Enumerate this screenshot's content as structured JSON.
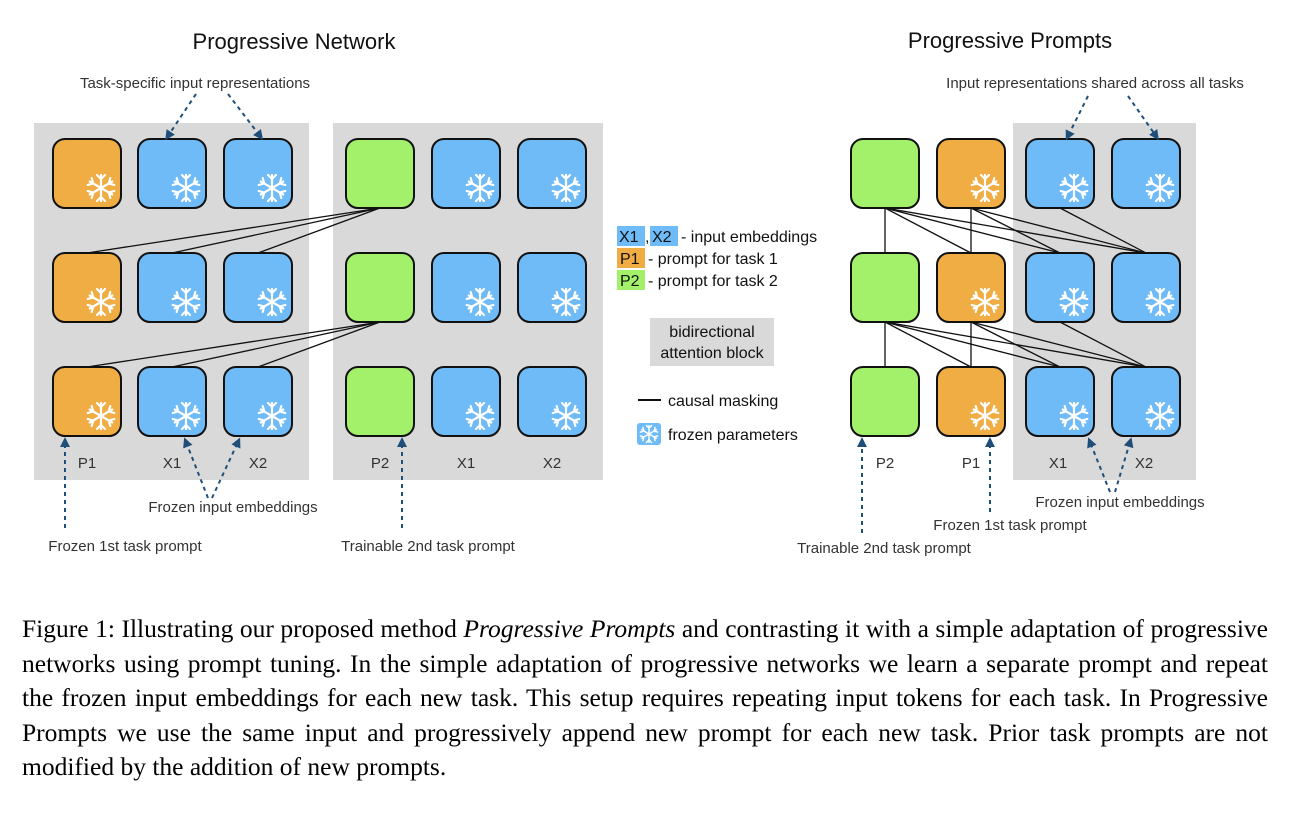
{
  "left_panel": {
    "title": "Progressive Network",
    "top_annotation": "Task-specific input representations",
    "labels_block1": [
      "P1",
      "X1",
      "X2"
    ],
    "labels_block2": [
      "P2",
      "X1",
      "X2"
    ],
    "frozen_inputs_label": "Frozen input embeddings",
    "frozen_prompt_label": "Frozen 1st task prompt",
    "trainable_prompt_label": "Trainable 2nd task prompt"
  },
  "right_panel": {
    "title": "Progressive Prompts",
    "top_annotation": "Input representations shared across all tasks",
    "labels": [
      "P2",
      "P1",
      "X1",
      "X2"
    ],
    "frozen_inputs_label": "Frozen input embeddings",
    "frozen_prompt_label": "Frozen 1st task prompt",
    "trainable_prompt_label": "Trainable 2nd task prompt"
  },
  "legend": {
    "x1": "X1",
    "x2": "X2",
    "input_embeddings": "- input embeddings",
    "p1": "P1",
    "prompt_task1": "- prompt for task 1",
    "p2": "P2",
    "prompt_task2": "- prompt for task 2",
    "bidirectional_line1": "bidirectional",
    "bidirectional_line2": "attention block",
    "causal_masking": "causal masking",
    "frozen_parameters": "frozen parameters"
  },
  "colors": {
    "orange": "#f0ad44",
    "blue": "#6fbbf8",
    "green": "#a3f06a",
    "gray_block": "#d9d9d9",
    "arrow_blue": "#1f4e79"
  },
  "icons": {
    "frozen": "snowflake-icon"
  },
  "caption": {
    "prefix": "Figure 1: Illustrating our proposed method ",
    "method": "Progressive Prompts",
    "rest": " and contrasting it with a simple adaptation of progressive networks using prompt tuning.  In the simple adaptation of progressive networks we learn a separate prompt and repeat the frozen input embeddings for each new task. This setup requires repeating input tokens for each task.  In Progressive Prompts we use the same input and progressively append new prompt for each new task. Prior task prompts are not modified by the addition of new prompts."
  }
}
